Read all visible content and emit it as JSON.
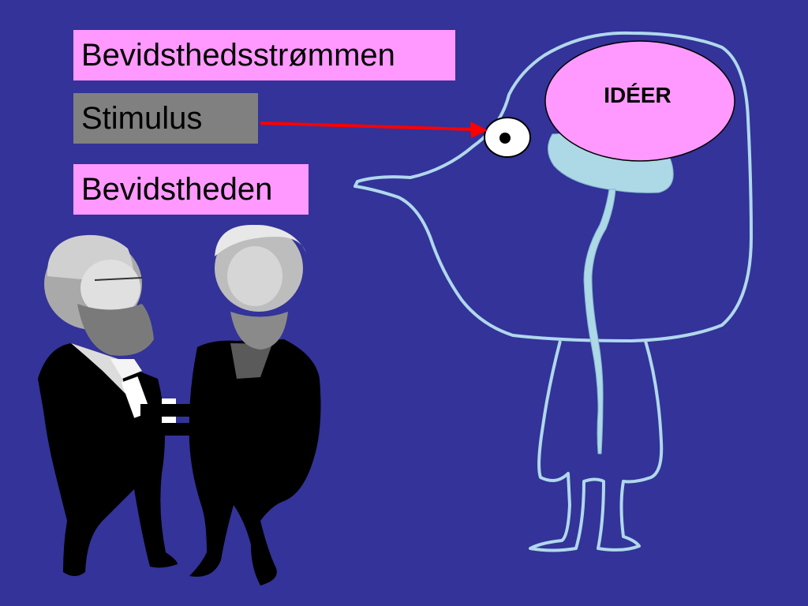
{
  "labels": {
    "stream": "Bevidsthedsstrømmen",
    "stimulus": "Stimulus",
    "consciousness": "Bevidstheden",
    "ideas": "IDÉER"
  },
  "colors": {
    "background": "#333399",
    "label_pink": "#ff99ff",
    "label_gray": "#808080",
    "ideas_fill": "#ff99ff",
    "brain_fill": "#add8e6",
    "outline": "#b0d8ec",
    "arrow": "#ff0000"
  },
  "icons": {
    "eye": "eye-icon",
    "figure_left": "bearded-man-left",
    "figure_right": "bearded-man-right"
  }
}
